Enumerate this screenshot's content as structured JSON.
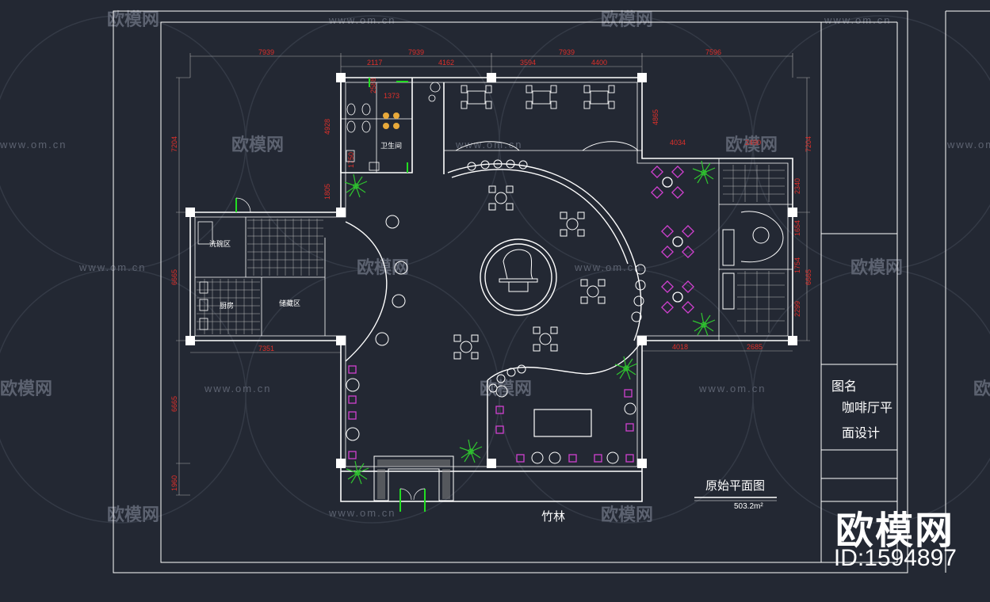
{
  "drawing": {
    "title": "原始平面图",
    "area": "503.2m²",
    "garden_label": "竹林"
  },
  "title_block": {
    "label_name": "图名",
    "drawing_name_line1": "咖啡厅平",
    "drawing_name_line2": "面设计"
  },
  "dimensions": {
    "top_row1": [
      "7939",
      "7939",
      "7939",
      "7596"
    ],
    "top_row2": [
      "2117",
      "4162",
      "3594",
      "4400"
    ],
    "left": [
      "7204",
      "6665",
      "6665",
      "1960"
    ],
    "left_inner": [
      "4928",
      "1805"
    ],
    "right": [
      "7204",
      "6665"
    ],
    "right_inner": [
      "2340",
      "1654",
      "1754",
      "2299"
    ],
    "mid_right": [
      "4865",
      "4034",
      "2490"
    ],
    "bottom_labels": [
      "7351",
      "4018",
      "2685"
    ],
    "toilet": [
      "2588",
      "1373",
      "1750"
    ]
  },
  "room_labels": {
    "toilet": "卫生间",
    "prep": "洗碗区",
    "kitchen": "厨房",
    "storage": "储藏区"
  },
  "watermark": {
    "url": "www.om.cn",
    "logo_text": "欧模网",
    "brand": "欧模网",
    "id": "ID:1594897"
  },
  "colors": {
    "background": "#232833",
    "wall": "#ffffff",
    "dimension": "#e0302a",
    "plant": "#2fc42f",
    "chair": "#d040d0",
    "door": "#22dd22"
  }
}
